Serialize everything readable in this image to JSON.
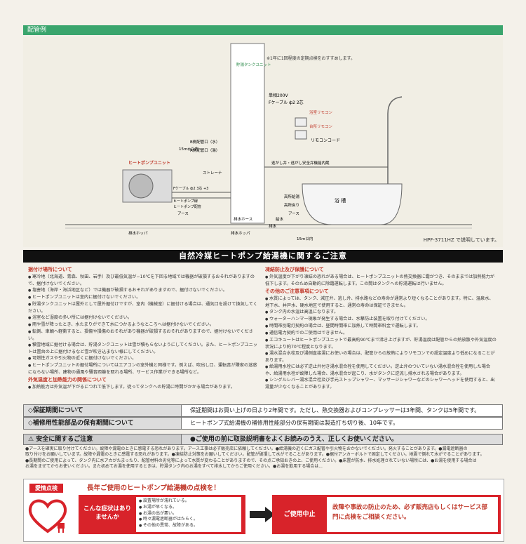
{
  "header": {
    "section_label": "配管例"
  },
  "diagram": {
    "labels": {
      "tank_unit": "貯湯タンクユニット",
      "heat_pump_unit": "ヒートポンプユニット",
      "power": "単相200V",
      "f_cable_top": "Fケーブル ф2 2芯",
      "bath_remote": "浴室リモコン",
      "kitchen_remote": "台所リモコン",
      "remote_cord": "リモコンコード",
      "mixing_valve": "逃がし弁・逃がし安全弁機能内蔵",
      "b_outlet": "B側配管口（水）",
      "a_outlet": "A側配管口（湯）",
      "strainer": "ストレーナ",
      "f_cable_hp": "Fケーブル ф2 3芯 +3",
      "hp_cable": "ヒートポンプ線",
      "hp_pipe": "ヒートポンプ配管",
      "earth1": "アース",
      "earth2": "アース",
      "drain_hopper1": "排水ホッパ",
      "drain_hopper2": "排水ホッパ",
      "drain_hose": "排水ホース",
      "drain": "排水",
      "water_supply": "給水",
      "hot_water_supply": "高所給湯",
      "hot_water_return": "高所戻り",
      "bathtub": "浴 槽",
      "distance_top": "15mф以内",
      "distance_bottom": "15m以内",
      "model_note": "HPF-3711HZ で説明しています。"
    }
  },
  "notice": {
    "title": "自然冷媒ヒートポンプ給湯機に関するご注意",
    "left": {
      "sections": [
        {
          "title": "据付け場所について",
          "items": [
            "寒冷地（北海道、青森、秋田、岩手）及び最低気温が−10℃を下回る地域では機器が破損するおそれがありますので、据付けないでください。",
            "塩害地（海岸・海浜地区など）では機器が破損するおそれがありますので、据付けないでください。",
            "ヒートポンプユニットは室内に据付けないでください。",
            "貯湯タンクユニットは屋外として屋外据付けですが、室内（機械室）に据付ける場合は、通気口を設けて換気してください。",
            "浴室など湿度の多い所には据付けないでください。",
            "雨や雪が降ったとき、水たまりができて水につかるようなところへは据付けないでください。",
            "転倒、車輌へ軽衝すると、損傷や損傷のおそれがあり機器が破損するおそれがありますので、据付けないでください。",
            "積雪地域に据付ける場合は、貯湯タンクユニットは雪が積もらないようにしてください。また、ヒートポンプユニットは置台の上に据付けるなど雪が吹き込まない様にしてください。",
            "可燃性ガスや引火物の近くに据付けないでください。",
            "ヒートポンプユニットの据付場所についてはエアコンの室外機と同様です。例えば、吹出し口、運転音が隣家の迷惑にならない場所、建物の通風や騒音距離を取れる場所、サービス作業ができる場所など。"
          ]
        },
        {
          "title": "外気温度と加熱能力の関係について",
          "items": [
            "加熱能力は外気温が下がるにつれて低下します。従ってタンクへの貯湯に時間がかかる場合があります。"
          ]
        }
      ]
    },
    "right": {
      "sections": [
        {
          "title": "凍結防止及び保護について",
          "items": [
            "外気温度が下がり凍結の恐れがある場合は、ヒートポンプユニットの熱交換器に霜がつき、そのままでは加熱能力が低下します。そのため自動的に除霜運転します。この間はタンクへの貯湯運転は行いません。"
          ]
        },
        {
          "title": "その他のご注意事項について",
          "items": [
            "水質によっては、タンク、減圧弁、逃し弁、排水路などの寿命が通常より短くなることがあります。特に、温泉水、地下水、井戸水、硬水地区で使用すると、通常の寿命は保証できません。",
            "タンク内の水温は高温になります。",
            "ウォーターハンマー現象が発生する場合は、水撃防止装置を取り付けてください。",
            "時間帯別電灯契約の場合は、昼間時間帯に加熱して時間帯料金で運転します。",
            "通信電力契約でのご使用はできません。",
            "エコキュートはヒートポンプユニットで最高約90℃まで沸き上げますが、貯湯温度は配管からの熱放散や外気温度の状況により約70℃程度となります。",
            "湯水混合水栓及び湯側直接湯にお使いの場合は、配管からの放熱によりリモコンでの設定温度より低めになることがあります。",
            "給湯用水栓には必ず逆止弁付き湯水混合栓を使用してください。逆止弁のついていない湯水混合栓を使用した場合や、給湯用水栓が故障した場合、湯水混合が起こり、水がタンクに逆流し排水される場合があります。",
            "シングルレバー湯水混合栓及び手元ストップシャワー、マッサージシャワーなどのシャワーヘッドを使用すると、出湯量が少なくなることがあります。"
          ]
        }
      ]
    }
  },
  "warranty": {
    "rows": [
      {
        "key": "◇保証期間について",
        "value": "保証期間はお買い上げの日より2年間です。ただし、熱交換器およびコンプレッサーは3年間、タンクは5年間です。"
      },
      {
        "key": "◇補修用性能部品の保有期間について",
        "value": "ヒートポンプ式給湯機の補修用性能部分の保有期間は製造打ち切り後、10年です。"
      }
    ]
  },
  "safety": {
    "key": "⚠ 安全に関するご注意",
    "value": "●ご使用の前に取扱説明書をよくお読みのうえ、正しくお使いください。",
    "lines": [
      "●アースを確実に取り付けてください。故障や漏電のときに感電する恐れがあります。アース工事は必ず販売店に依頼してください。●給湯機の近くにガス配管や引火物をおかないでください。発火することがあります。●漏電遮断器の",
      "取り付けをお願いしています。故障や漏電のときに感電する恐れがあります。●凍結防止対策をお願いしてください。配管が破損して水がでることがあります。●据付アンカーボルトで固定してください。地震で倒れて水がでることがあります。",
      "●長期間のご使用によって、タンク内に水アカがたまったり、配管材料の劣化等によって水質が変わることがありますので、その点ご承知おきの上、ご使用ください。●床置が防水、排水処理されていない場所には、●お湯を使用する場合は",
      "お湯をまぜてからお使いください。また初めてお湯を使用するときは、貯湯タンク内のお湯をすべて排水してからご使用ください。●お湯を飲用する場合は..."
    ]
  },
  "inspection": {
    "badge": "愛情点検",
    "title": "長年ご使用のヒートポンプ給湯機の点検を！",
    "symptom_label": "こんな症状はありませんか",
    "symptoms": [
      "設置場所が濡れている。",
      "お湯が早くなる。",
      "お湯の出が悪い。",
      "時々漏電遮断器がはたらく。",
      "その他の異常、故障がある。"
    ],
    "stop_label": "ご使用中止",
    "message": "故障や事故の防止のため、必ず販売店もしくはサービス部門に点検をご相談ください。",
    "note": "※1年に1回程度の定期点検をおすすめします。"
  }
}
